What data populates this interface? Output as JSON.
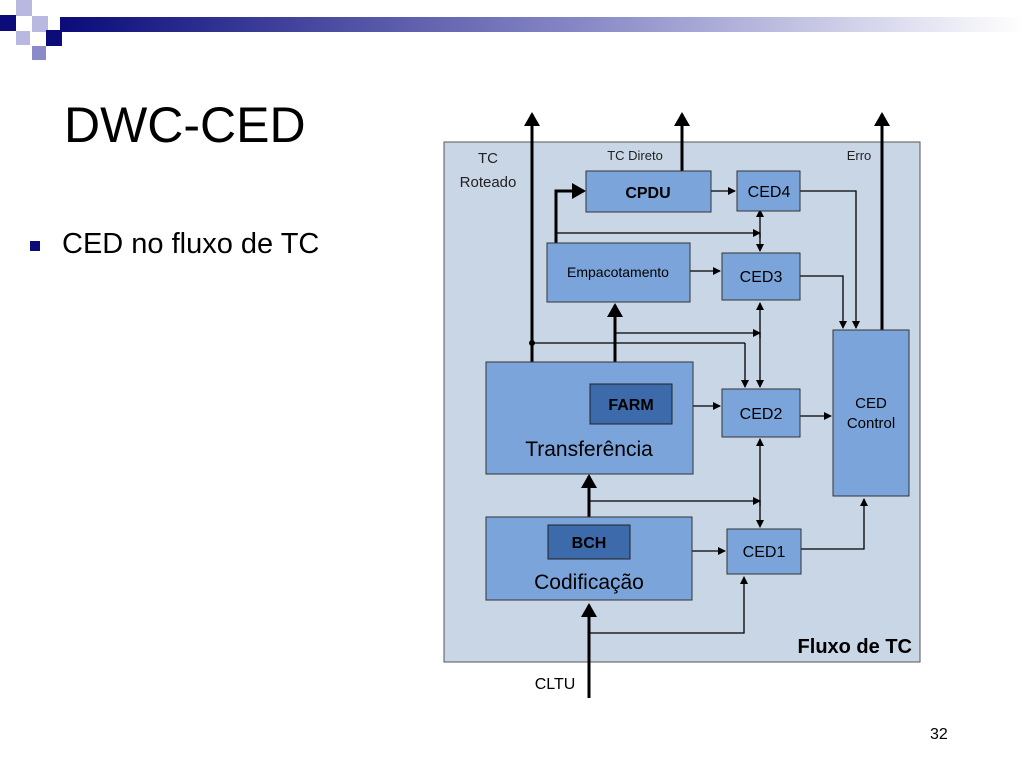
{
  "slide": {
    "title": "DWC-CED",
    "bullet": "CED no fluxo de TC",
    "page_number": "32"
  },
  "diagram": {
    "frame_label": "Fluxo de TC",
    "outputs": {
      "tc_roteado_line1": "TC",
      "tc_roteado_line2": "Roteado",
      "tc_direto": "TC Direto",
      "erro": "Erro"
    },
    "input": "CLTU",
    "blocks": {
      "cpdu": "CPDU",
      "empacotamento": "Empacotamento",
      "farm": "FARM",
      "transferencia": "Transferência",
      "bch": "BCH",
      "codificacao": "Codificação",
      "ced1": "CED1",
      "ced2": "CED2",
      "ced3": "CED3",
      "ced4": "CED4",
      "ced_control_line1": "CED",
      "ced_control_line2": "Control"
    }
  },
  "colors": {
    "header_navy": "#0b0b7a",
    "header_light": "#9a9ad0",
    "frame_fill": "#c9d6e6",
    "block_fill": "#7ba5da",
    "inner_block_fill": "#3d6aaa"
  }
}
